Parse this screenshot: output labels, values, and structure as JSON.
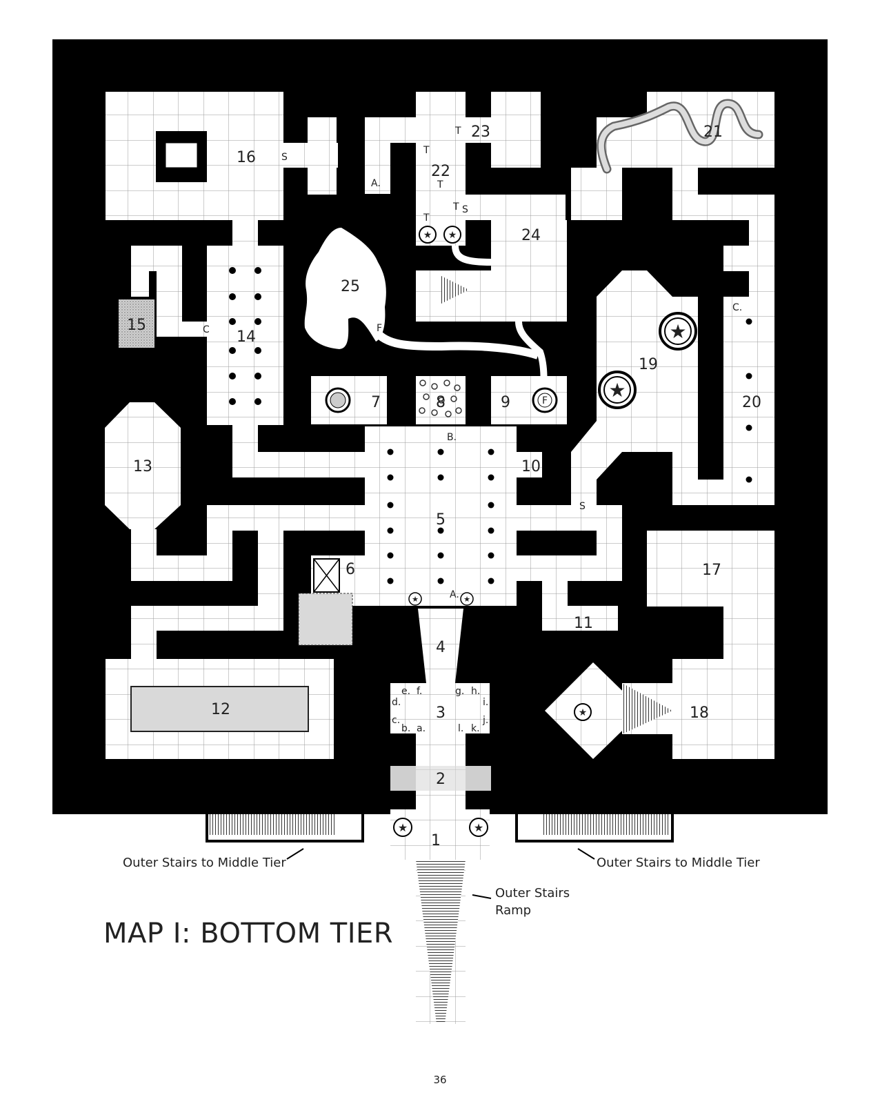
{
  "map": {
    "title": "MAP I: BOTTOM TIER",
    "page_number": "36",
    "room_labels": [
      "1",
      "2",
      "3",
      "4",
      "5",
      "6",
      "7",
      "8",
      "9",
      "10",
      "11",
      "12",
      "13",
      "14",
      "15",
      "16",
      "17",
      "18",
      "19",
      "20",
      "21",
      "22",
      "23",
      "24",
      "25"
    ],
    "room3_sublabels": [
      "a.",
      "b.",
      "c.",
      "d.",
      "e.",
      "f.",
      "g.",
      "h.",
      "i.",
      "j.",
      "k.",
      "l."
    ],
    "markers": {
      "a": "A.",
      "b": "B.",
      "c": "C.",
      "c_small": "C",
      "f": "F",
      "s": "S",
      "t": "T"
    },
    "annotations": {
      "outer_stairs_left": "Outer Stairs to Middle Tier",
      "outer_stairs_right": "Outer Stairs to Middle Tier",
      "outer_ramp_line1": "Outer Stairs",
      "outer_ramp_line2": "Ramp"
    },
    "colors": {
      "rock": "#000000",
      "floor": "#ffffff",
      "grid": "#999999",
      "shade": "#d9d9d9",
      "ink": "#222222"
    }
  }
}
